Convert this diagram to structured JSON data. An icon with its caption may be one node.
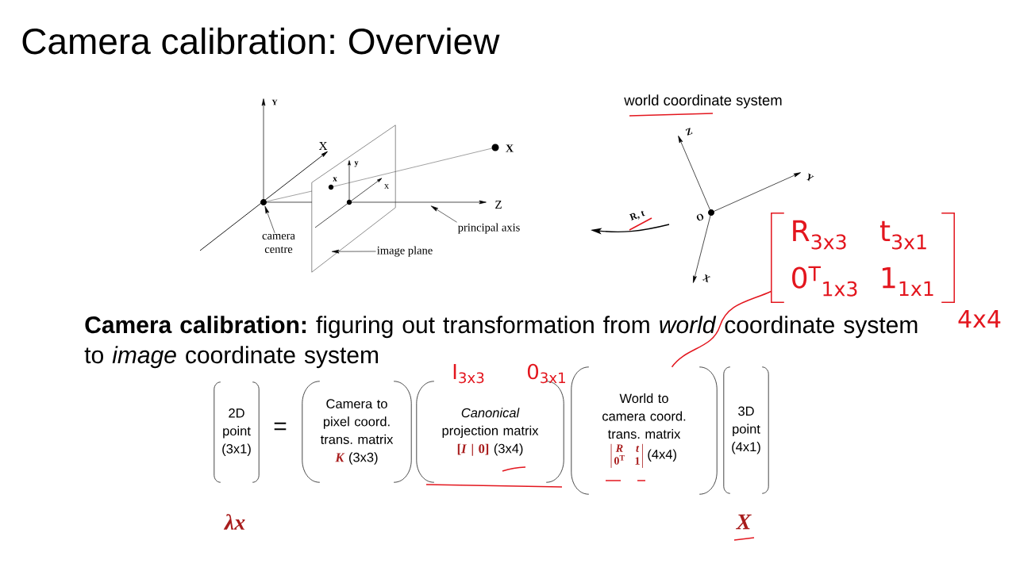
{
  "diagram": {
    "title": "Camera calibration: Overview",
    "nodes": [
      {
        "text": [],
        "shape": "parallelogram"
      },
      {
        "text": [],
        "shape": "circle"
      },
      {
        "text": [
          "principal axis"
        ]
      },
      {
        "text": [
          "camera centre"
        ]
      },
      {
        "text": [
          "image plane"
        ]
      },
      {
        "text": [
          "R$_{3x3}$",
          "t$_{3x1}$",
          "0$^{T}$$_{1x3}$",
          "1$_{1x1}$"
        ],
        "beside": [
          "4x4"
        ]
      },
      {
        "text": [
          "2D point (3x1)"
        ],
        "beside": [
          "λx"
        ]
      },
      {
        "text": [
          "Camera to pixel coord. trans. matrix",
          "K",
          "(3x3)"
        ]
      },
      {
        "text": [
          "*Canonical* projection matrix",
          "[*I* | 0]",
          "(3x4)"
        ]
      },
      {
        "text": [
          "World to camera coord. trans. matrix",
          "R",
          "t",
          "0$^{T}$",
          "1",
          "(4x4)"
        ]
      },
      {
        "text": [
          "3D point (4x1)"
        ],
        "beside": [
          "X"
        ]
      }
    ],
    "edges": [
      {
        "from": 3,
        "to": 1,
        "arrow": "to"
      },
      {
        "from": 4,
        "to": 0,
        "arrow": "to"
      },
      {
        "from": 2,
        "to": null,
        "arrow": "to"
      },
      {
        "from": 5,
        "to": 9,
        "arrow": "none",
        "color": "#e3161e"
      }
    ],
    "labels": [
      "Y",
      "X",
      "X",
      "y",
      "x",
      "x",
      "Z",
      "world coordinate system",
      "Z",
      "Y",
      "R, t",
      "O",
      "X",
      "**Camera calibration:** figuring out transformation from *world* coordinate system to *image* coordinate system",
      "I$_{3x3}$",
      "0$_{3x1}$",
      "="
    ]
  }
}
